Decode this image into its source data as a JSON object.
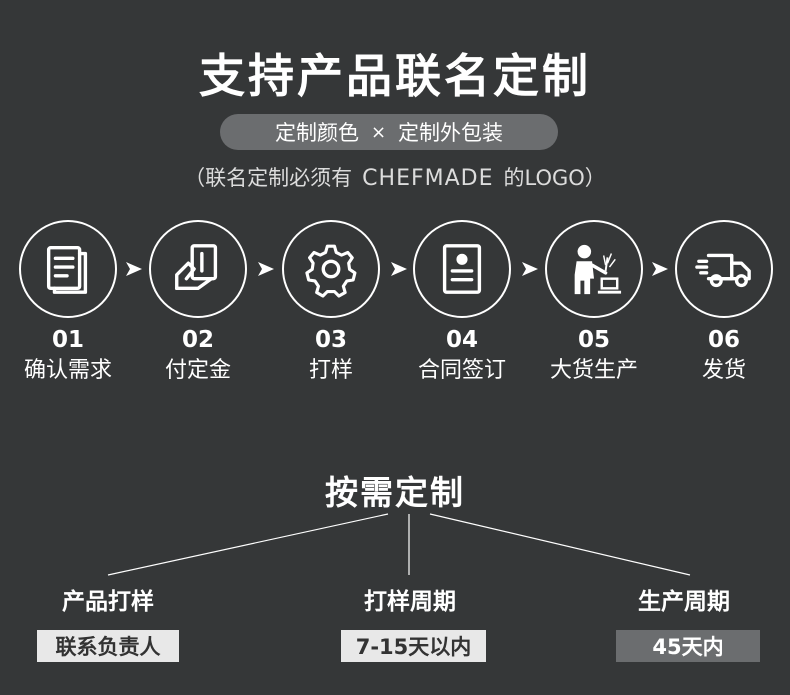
{
  "header": {
    "title": "支持产品联名定制",
    "pill_left": "定制颜色",
    "pill_sep": "×",
    "pill_right": "定制外包装",
    "note_prefix": "（联名定制必须有",
    "note_brand": "CHEFMADE",
    "note_suffix": "的LOGO）"
  },
  "steps": [
    {
      "num": "01",
      "label": "确认需求",
      "icon": "document-icon"
    },
    {
      "num": "02",
      "label": "付定金",
      "icon": "hand-card-icon"
    },
    {
      "num": "03",
      "label": "打样",
      "icon": "gear-icon"
    },
    {
      "num": "04",
      "label": "合同签订",
      "icon": "contract-icon"
    },
    {
      "num": "05",
      "label": "大货生产",
      "icon": "welder-icon"
    },
    {
      "num": "06",
      "label": "发货",
      "icon": "truck-icon"
    }
  ],
  "custom": {
    "title": "按需定制",
    "columns": [
      {
        "head": "产品打样",
        "value": "联系负责人"
      },
      {
        "head": "打样周期",
        "value": "7-15天以内"
      },
      {
        "head": "生产周期",
        "value": "45天内"
      }
    ]
  },
  "colors": {
    "background": "#353738",
    "pill": "#6b6d6f",
    "light_box": "#e8e8e8"
  }
}
